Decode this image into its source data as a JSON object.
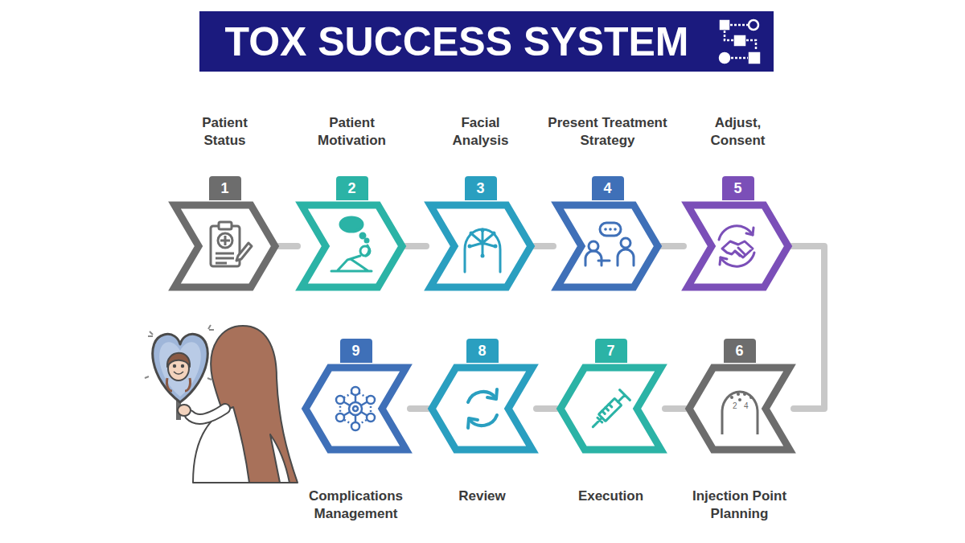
{
  "diagram": {
    "title": "TOX SUCCESS SYSTEM",
    "nodes": [
      {
        "text": [
          "Patient Status",
          "1"
        ]
      },
      {
        "text": [
          "Patient Motivation",
          "2"
        ]
      },
      {
        "text": [
          "Facial Analysis",
          "3"
        ]
      },
      {
        "text": [
          "Present Treatment Strategy",
          "4"
        ]
      },
      {
        "text": [
          "Adjust, Consent",
          "5"
        ]
      },
      {
        "text": [
          "Injection Point Planning",
          "6"
        ]
      },
      {
        "text": [
          "Execution",
          "7"
        ]
      },
      {
        "text": [
          "Review",
          "8"
        ]
      },
      {
        "text": [
          "Complications Management",
          "9"
        ]
      }
    ],
    "edges": [
      {
        "from": 0,
        "to": 1,
        "arrow": "none"
      },
      {
        "from": 1,
        "to": 2,
        "arrow": "none"
      },
      {
        "from": 2,
        "to": 3,
        "arrow": "none"
      },
      {
        "from": 3,
        "to": 4,
        "arrow": "none"
      },
      {
        "from": 4,
        "to": 5,
        "arrow": "none"
      },
      {
        "from": 5,
        "to": 6,
        "arrow": "none"
      },
      {
        "from": 6,
        "to": 7,
        "arrow": "none"
      },
      {
        "from": 7,
        "to": 8,
        "arrow": "none"
      }
    ],
    "labels": [
      "2",
      "4"
    ]
  }
}
